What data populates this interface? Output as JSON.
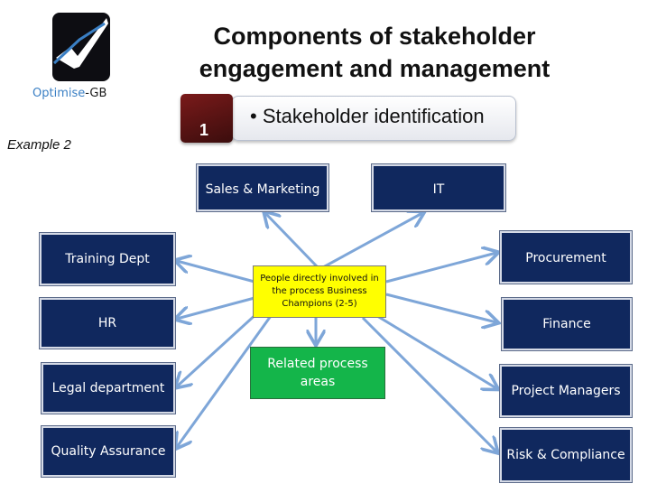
{
  "logo": {
    "word": "Optimise",
    "suffix": "-GB"
  },
  "title": "Components of stakeholder engagement and management",
  "example_label": "Example 2",
  "step": {
    "number": "1",
    "text": "• Stakeholder identification"
  },
  "center": "People directly involved in the process Business Champions (2-5)",
  "related": "Related process areas",
  "stakeholders": {
    "sales": "Sales & Marketing",
    "it": "IT",
    "training": "Training Dept",
    "hr": "HR",
    "legal": "Legal department",
    "qa": "Quality Assurance",
    "procurement": "Procurement",
    "finance": "Finance",
    "pm": "Project Managers",
    "risk": "Risk & Compliance"
  },
  "colors": {
    "box": "#10285e",
    "arrow": "#7ea6d8",
    "center": "#ffff00",
    "related": "#14b54a",
    "badge": "#6b1515"
  }
}
